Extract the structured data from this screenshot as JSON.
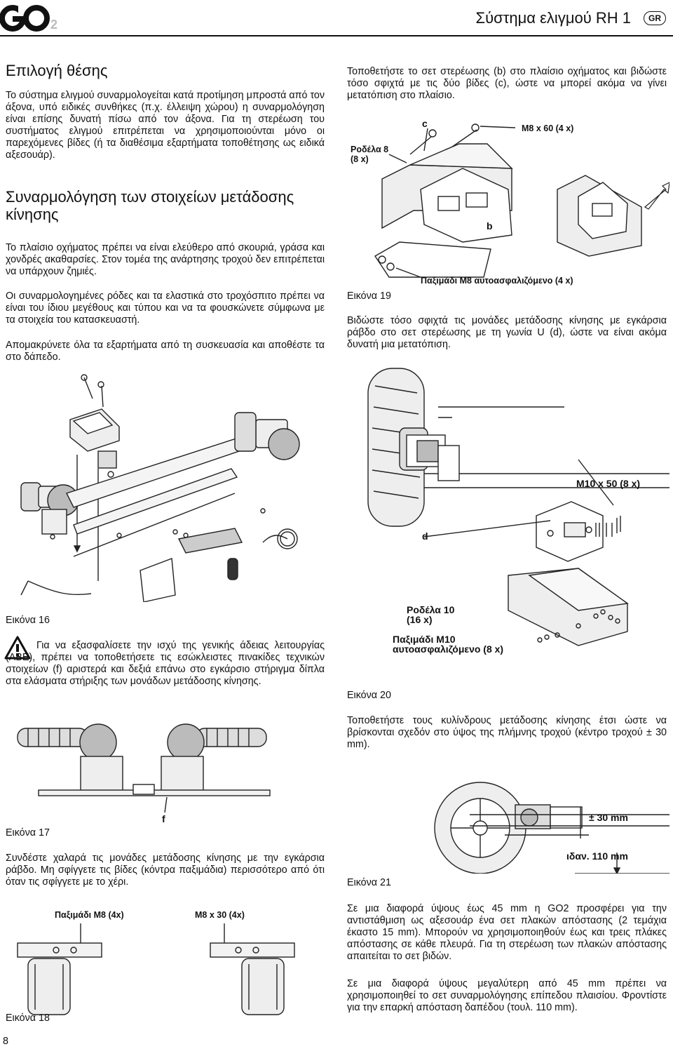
{
  "header": {
    "logo_text": "GO2",
    "title": "Σύστημα ελιγμού RH 1",
    "lang_badge": "GR"
  },
  "left": {
    "h_position": "Επιλογή θέσης",
    "p_position": "Το σύστημα ελιγμού συναρμολογείται κατά προτίμηση μπροστά από τον άξονα, υπό ειδικές συνθήκες (π.χ. έλλειψη χώρου) η συναρμολόγηση είναι επίσης δυνατή πίσω από τον άξονα. Για τη στερέωση του συστήματος ελιγμού επιτρέπεται να χρησιμοποιούνται μόνο οι παρεχόμενες βίδες (ή τα διαθέσιμα εξαρτήματα τοποθέτησης ως ειδικά αξεσουάρ).",
    "h_assembly": "Συναρμολόγηση των στοιχείων μετάδοσης κίνησης",
    "p_assembly_1": "Το πλαίσιο οχήματος πρέπει να είναι ελεύθερο από σκουριά, γράσα και χονδρές ακαθαρσίες. Στον τομέα της ανάρτησης τροχού δεν επιτρέπεται να υπάρχουν ζημιές.",
    "p_assembly_2": "Οι συναρμολογημένες ρόδες και τα ελαστικά στο τροχόσπιτο πρέπει να είναι του ίδιου μεγέθους και τύπου και να τα φουσκώνετε σύμφωνα με τα στοιχεία του κατασκευαστή.",
    "p_assembly_3": "Απομακρύνετε όλα τα εξαρτήματα από τη συσκευασία και αποθέστε τα στο δάπεδο.",
    "fig16_caption": "Εικόνα 16",
    "warning_text": "Για να εξασφαλίσετε την ισχύ της γενικής άδειας λειτουργίας (ΑΒΕ), πρέπει να τοποθετήσετε τις εσώκλειστες πινακίδες τεχνικών στοιχείων (f) αριστερά και δεξιά επάνω στο εγκάρσιο στήριγμα δίπλα στα ελάσματα στήριξης των μονάδων μετάδοσης κίνησης.",
    "fig17_caption": "Εικόνα 17",
    "fig17_label_f": "f",
    "p_fig17": "Συνδέστε χαλαρά τις μονάδες μετάδοσης κίνησης με την εγκάρσια ράβδο. Μη σφίγγετε τις βίδες (κόντρα παξιμάδια) περισσότερο από ότι όταν τις σφίγγετε με το χέρι.",
    "fig18_label_nut": "Παξιμάδι M8 (4x)",
    "fig18_label_bolt": "M8 x 30 (4x)",
    "fig18_caption": "Εικόνα 18",
    "page_number": "8"
  },
  "right": {
    "p_intro": "Τοποθετήστε το σετ στερέωσης (b) στο πλαίσιο οχήματος και βιδώστε τόσο σφιχτά με τις δύο βίδες (c), ώστε να μπορεί ακόμα να γίνει μετατόπιση στο πλαίσιο.",
    "fig19_label_washer": "Ροδέλα 8\n(8 x)",
    "fig19_label_c": "c",
    "fig19_label_bolt": "M8 x 60 (4 x)",
    "fig19_label_b": "b",
    "fig19_label_nut": "Παξιμάδι M8 αυτοασφαλιζόμενο (4 x)",
    "fig19_caption": "Εικόνα 19",
    "p_fig19": "Βιδώστε τόσο σφιχτά τις μονάδες μετάδοσης κίνησης με εγκάρσια ράβδο στο σετ στερέωσης με τη γωνία U (d), ώστε να είναι ακόμα δυνατή μια μετατόπιση.",
    "fig20_label_bolt": "M10 x 50 (8 x)",
    "fig20_label_d": "d",
    "fig20_label_washer": "Ροδέλα 10\n(16 x)",
    "fig20_label_nut": "Παξιμάδι M10\nαυτοασφαλιζόμενο (8 x)",
    "fig20_caption": "Εικόνα 20",
    "p_fig20": "Τοποθετήστε τους κυλίνδρους μετάδοσης κίνησης έτσι ώστε να βρίσκονται σχεδόν στο ύψος της πλήμνης τροχού (κέντρο τροχού ± 30 mm).",
    "fig21_label_height": "± 30 mm",
    "fig21_label_ground": "ιδαν. 110 mm",
    "fig21_caption": "Εικόνα 21",
    "p_fig21_1": "Σε μια διαφορά ύψους έως 45 mm η GO2 προσφέρει για την αντιστάθμιση ως αξεσουάρ ένα σετ πλακών απόστασης (2 τεμάχια έκαστο 15 mm). Μπορούν να χρησιμοποιηθούν έως και τρεις πλάκες απόστασης σε κάθε πλευρά. Για τη στερέωση των πλακών απόστασης απαιτείται το σετ βιδών.",
    "p_fig21_2": "Σε μια διαφορά ύψους μεγαλύτερη από 45 mm πρέπει να χρησιμοποιηθεί το σετ συναρμολόγησης επίπεδου πλαισίου. Φροντίστε για την επαρκή απόσταση δαπέδου (τουλ. 110 mm)."
  },
  "icons": [
    "warning-triangle-icon",
    "double-arrow-icon"
  ]
}
